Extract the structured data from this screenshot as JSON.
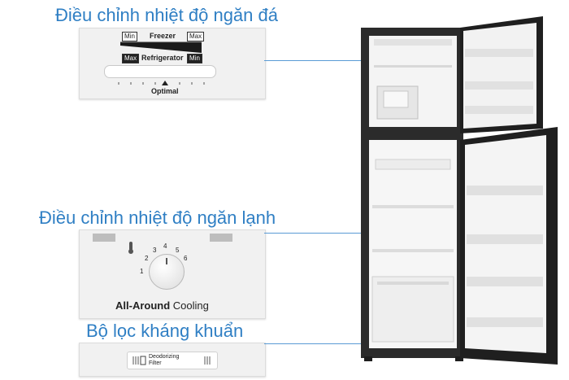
{
  "captions": {
    "freezer_control": "Điều chỉnh nhiệt độ ngăn đá",
    "fridge_control": "Điều chỉnh nhiệt độ ngăn lạnh",
    "filter": "Bộ lọc kháng khuẩn"
  },
  "freezer_panel": {
    "min_top": "Min",
    "freezer": "Freezer",
    "max_top": "Max",
    "max_bottom": "Max",
    "refrigerator": "Refrigerator",
    "min_bottom": "Min",
    "optimal": "Optimal"
  },
  "fridge_panel": {
    "dial_numbers": [
      "1",
      "2",
      "3",
      "4",
      "5",
      "6"
    ],
    "cooling_bold": "All-Around",
    "cooling_rest": "Cooling"
  },
  "filter_panel": {
    "line1": "Deodorizing",
    "line2": "Filter"
  },
  "colors": {
    "caption": "#2f7fc4",
    "fridge_body": "#2b2b2b"
  }
}
